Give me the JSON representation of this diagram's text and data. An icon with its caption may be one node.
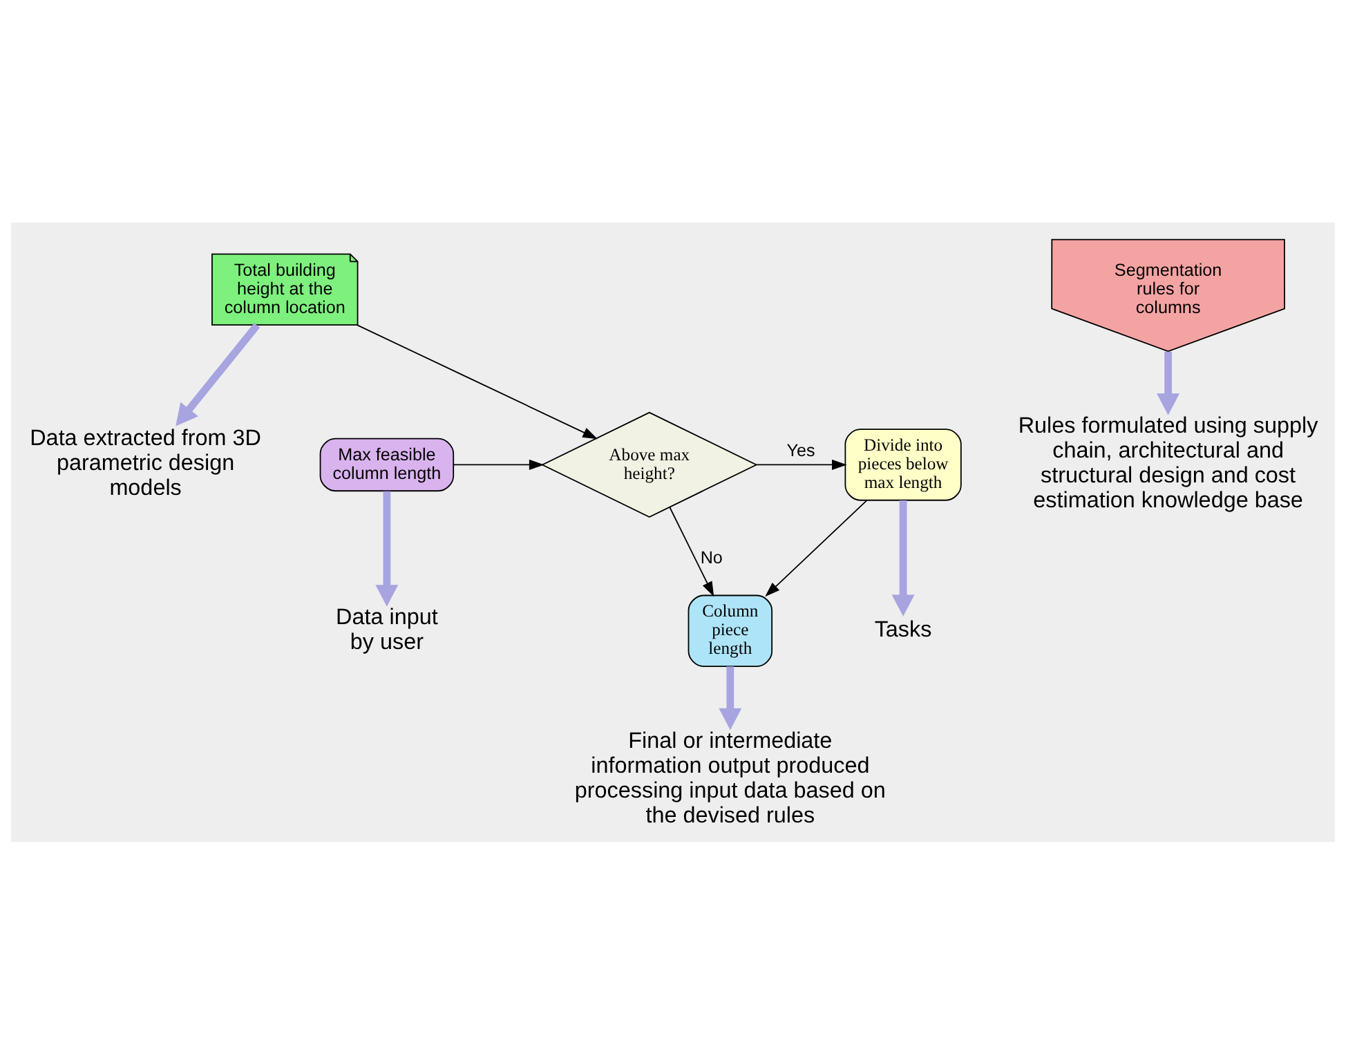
{
  "diagram": {
    "nodes": [
      {
        "text": [
          "Total building height at the column location"
        ]
      },
      {
        "text": [
          "Data extracted from 3D parametric design models"
        ]
      },
      {
        "text": [
          "Max feasible column length"
        ]
      },
      {
        "text": [
          "Above max height?"
        ]
      },
      {
        "text": [
          "Segmentation rules for columns"
        ]
      },
      {
        "text": [
          "Rules formulated using supply chain, architectural and structural design and cost estimation knowledge base"
        ]
      },
      {
        "text": [
          "Tasks"
        ]
      },
      {
        "text": [
          "Divide into pieces below max length"
        ]
      },
      {
        "text": [
          "Data input by user"
        ]
      },
      {
        "text": [
          "Column piece length"
        ]
      },
      {
        "text": [
          "Final or intermediate information output produced processing input data based on the devised rules"
        ]
      }
    ],
    "edges": [
      {
        "from": 0,
        "to": 1,
        "arrow": "to",
        "style": "thick",
        "color": "#a8a4e0"
      },
      {
        "from": 0,
        "to": 3,
        "arrow": "to",
        "color": "#000000"
      },
      {
        "from": 2,
        "to": 3,
        "arrow": "to",
        "color": "#000000"
      },
      {
        "from": 3,
        "to": 7,
        "arrow": "to",
        "label": "Yes",
        "color": "#000000"
      },
      {
        "from": 3,
        "to": 9,
        "arrow": "to",
        "label": "No",
        "color": "#000000"
      },
      {
        "from": 7,
        "to": 9,
        "arrow": "to",
        "color": "#000000"
      },
      {
        "from": 2,
        "to": 8,
        "arrow": "to",
        "style": "thick",
        "color": "#a8a4e0"
      },
      {
        "from": 4,
        "to": 5,
        "arrow": "to",
        "style": "thick",
        "color": "#a8a4e0"
      },
      {
        "from": 7,
        "to": 6,
        "arrow": "to",
        "style": "thick",
        "color": "#a8a4e0"
      },
      {
        "from": 9,
        "to": 10,
        "arrow": "to",
        "style": "thick",
        "color": "#a8a4e0"
      }
    ]
  }
}
